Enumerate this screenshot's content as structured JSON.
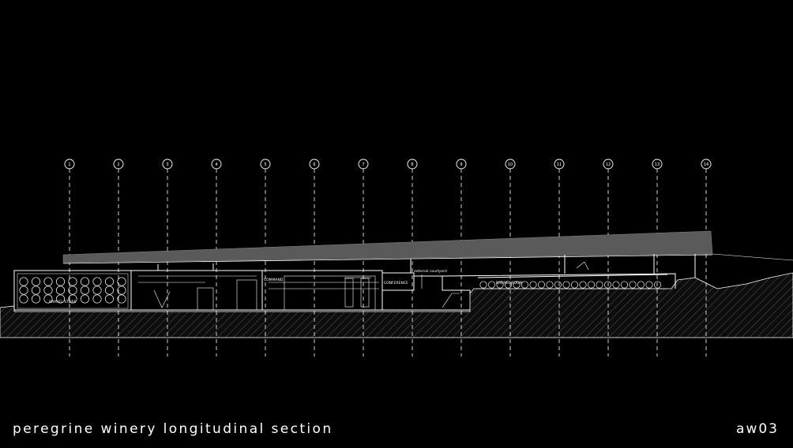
{
  "caption": {
    "title": "peregrine winery longitudinal section",
    "sheet": "aw03"
  },
  "grid": {
    "labels": [
      "1",
      "2",
      "3",
      "4",
      "5",
      "6",
      "7",
      "8",
      "9",
      "10",
      "11",
      "12",
      "13",
      "14"
    ]
  },
  "rooms": {
    "barrel_store": "BARREL STORE",
    "command": "COMMAND",
    "conference": "CONFERENCE",
    "barrel_room": "BARREL ROOM",
    "external_courtyard": "external courtyard"
  },
  "colors": {
    "background": "#000000",
    "linework": "#ffffff",
    "roof": "#555555",
    "ground_hatch": "#3a3a3a"
  }
}
